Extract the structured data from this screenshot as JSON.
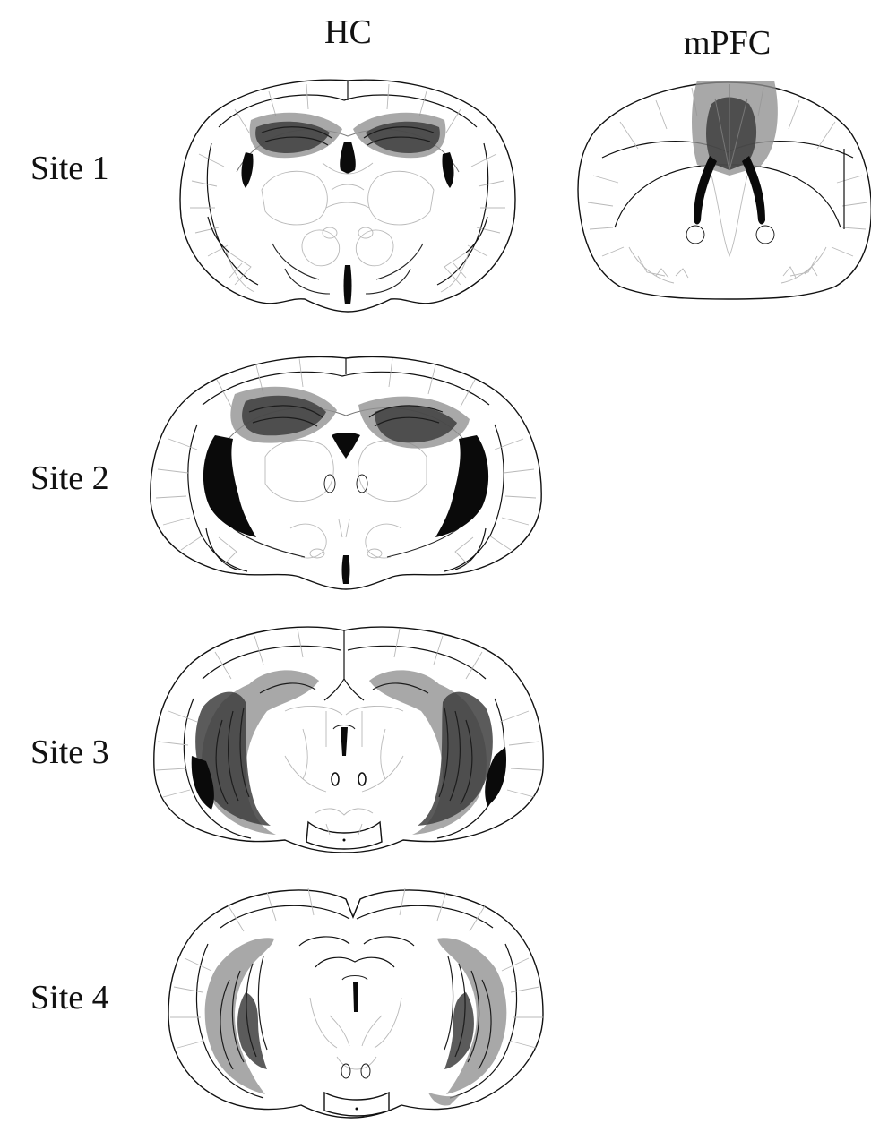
{
  "figure": {
    "column_headers": {
      "hc": "HC",
      "mpfc": "mPFC"
    },
    "rows": [
      {
        "label": "Site 1"
      },
      {
        "label": "Site 2"
      },
      {
        "label": "Site 3"
      },
      {
        "label": "Site 4"
      }
    ]
  },
  "colors": {
    "outline": "#111111",
    "lesion_light": "#8f8f8f",
    "lesion_dark": "#3e3e3e",
    "ventricle": "#0a0a0a"
  }
}
